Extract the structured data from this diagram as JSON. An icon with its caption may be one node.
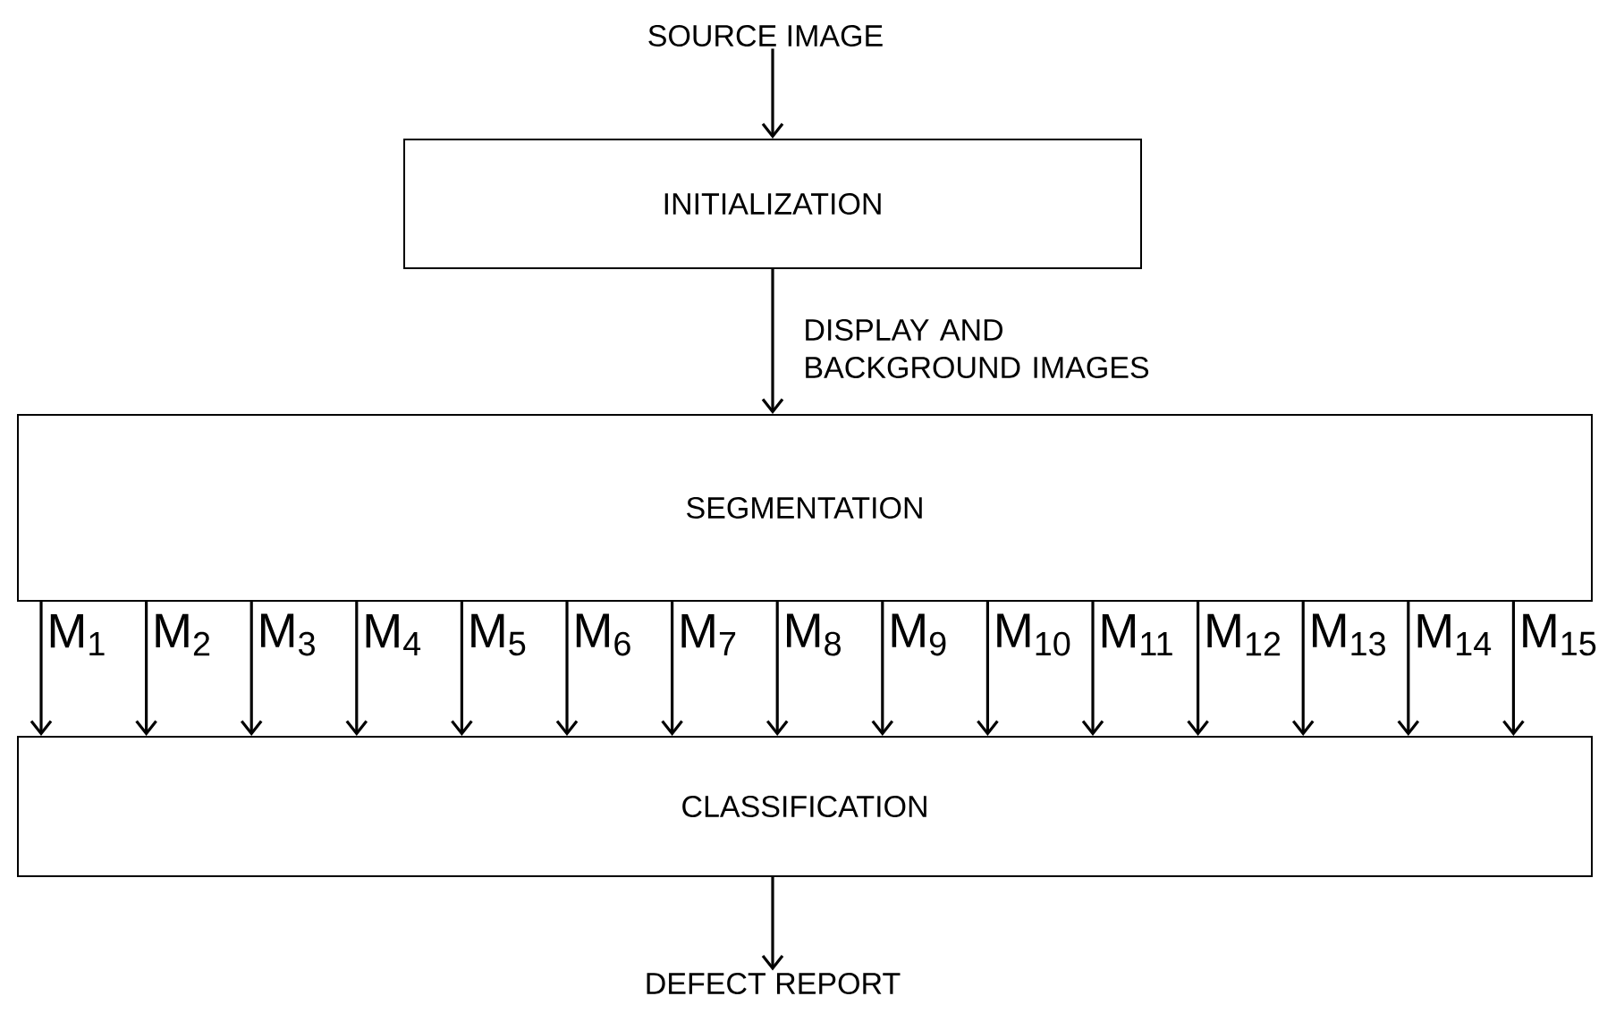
{
  "diagram": {
    "nodes": [
      {
        "text": [
          "SOURCE IMAGE"
        ]
      },
      {
        "text": [
          "INITIALIZATION"
        ]
      },
      {
        "text": [
          "SEGMENTATION"
        ]
      },
      {
        "text": [
          "CLASSIFICATION"
        ]
      },
      {
        "text": [
          "DEFECT REPORT"
        ]
      }
    ],
    "edges": [
      {
        "from": 0,
        "to": 1,
        "arrow": "to"
      },
      {
        "from": 1,
        "to": 2,
        "arrow": "to",
        "label": "DISPLAY AND BACKGROUND IMAGES"
      },
      {
        "from": 2,
        "to": 3,
        "arrow": "to",
        "label": "M$_{1}$"
      },
      {
        "from": 2,
        "to": 3,
        "arrow": "to",
        "label": "M$_{2}$"
      },
      {
        "from": 2,
        "to": 3,
        "arrow": "to",
        "label": "M$_{3}$"
      },
      {
        "from": 2,
        "to": 3,
        "arrow": "to",
        "label": "M$_{4}$"
      },
      {
        "from": 2,
        "to": 3,
        "arrow": "to",
        "label": "M$_{5}$"
      },
      {
        "from": 2,
        "to": 3,
        "arrow": "to",
        "label": "M$_{6}$"
      },
      {
        "from": 2,
        "to": 3,
        "arrow": "to",
        "label": "M$_{7}$"
      },
      {
        "from": 2,
        "to": 3,
        "arrow": "to",
        "label": "M$_{8}$"
      },
      {
        "from": 2,
        "to": 3,
        "arrow": "to",
        "label": "M$_{9}$"
      },
      {
        "from": 2,
        "to": 3,
        "arrow": "to",
        "label": "M$_{10}$"
      },
      {
        "from": 2,
        "to": 3,
        "arrow": "to",
        "label": "M$_{11}$"
      },
      {
        "from": 2,
        "to": 3,
        "arrow": "to",
        "label": "M$_{12}$"
      },
      {
        "from": 2,
        "to": 3,
        "arrow": "to",
        "label": "M$_{13}$"
      },
      {
        "from": 2,
        "to": 3,
        "arrow": "to",
        "label": "M$_{14}$"
      },
      {
        "from": 2,
        "to": 3,
        "arrow": "to",
        "label": "M$_{15}$"
      },
      {
        "from": 3,
        "to": 4,
        "arrow": "to"
      }
    ]
  }
}
